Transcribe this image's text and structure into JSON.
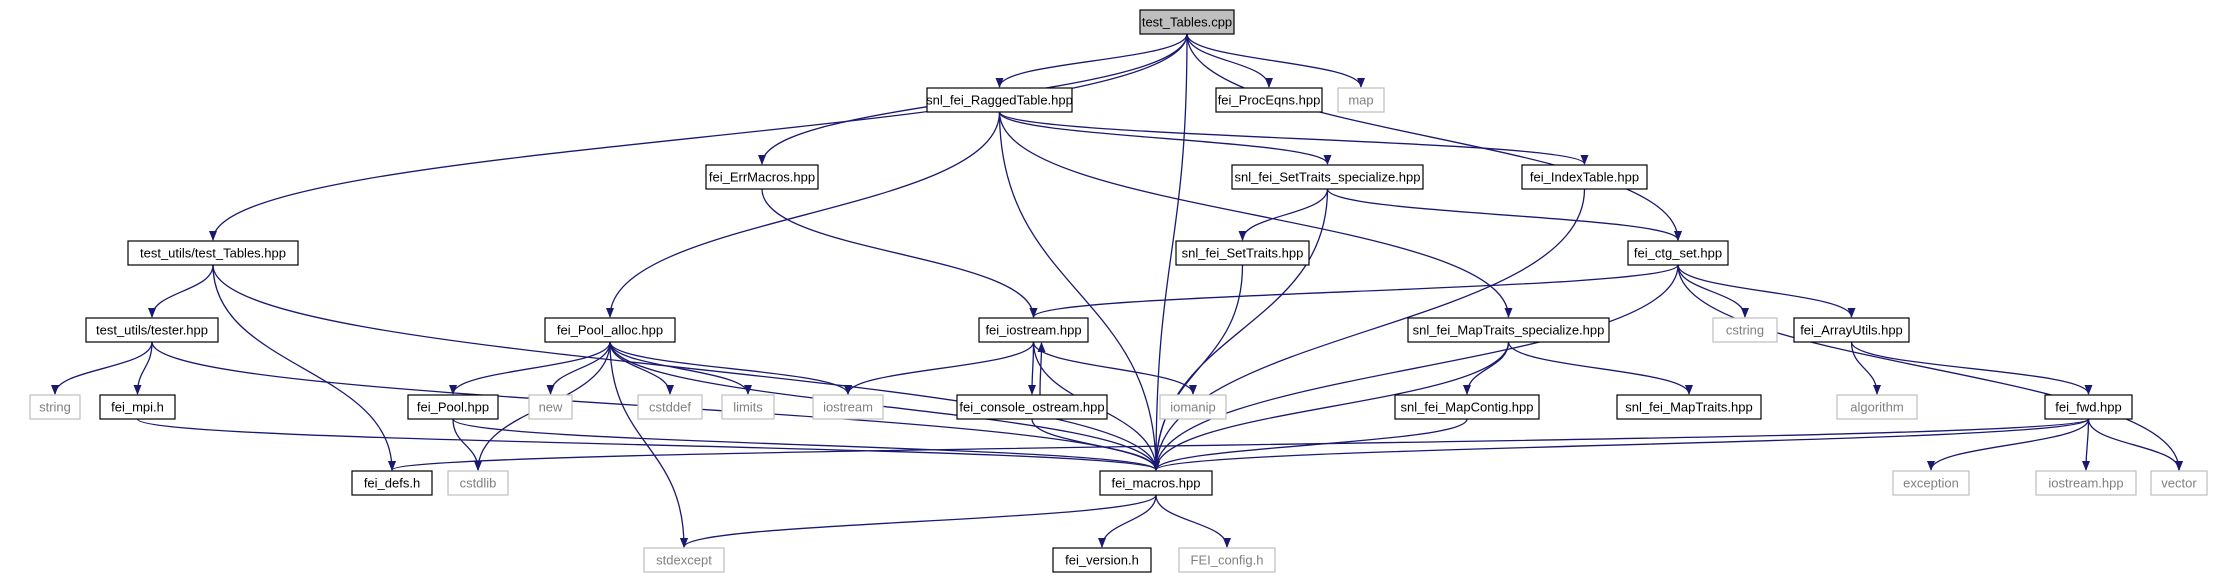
{
  "colors": {
    "edge": "#191970",
    "root_fill": "#bfbfbf",
    "node_border": "#000000",
    "external_border": "#bfbfbf",
    "external_text": "#808080",
    "text": "#000000"
  },
  "nodes": [
    {
      "id": "test_tables_cpp",
      "label": "test_Tables.cpp",
      "kind": "root"
    },
    {
      "id": "snl_fei_raggedtable_hpp",
      "label": "snl_fei_RaggedTable.hpp",
      "kind": "file"
    },
    {
      "id": "fei_proceqns_hpp",
      "label": "fei_ProcEqns.hpp",
      "kind": "file"
    },
    {
      "id": "map",
      "label": "map",
      "kind": "external"
    },
    {
      "id": "fei_errmacros_hpp",
      "label": "fei_ErrMacros.hpp",
      "kind": "file"
    },
    {
      "id": "snl_fei_settraits_specialize_hpp",
      "label": "snl_fei_SetTraits_specialize.hpp",
      "kind": "file"
    },
    {
      "id": "fei_indextable_hpp",
      "label": "fei_IndexTable.hpp",
      "kind": "file"
    },
    {
      "id": "test_utils_test_tables_hpp",
      "label": "test_utils/test_Tables.hpp",
      "kind": "file"
    },
    {
      "id": "snl_fei_settraits_hpp",
      "label": "snl_fei_SetTraits.hpp",
      "kind": "file"
    },
    {
      "id": "fei_ctg_set_hpp",
      "label": "fei_ctg_set.hpp",
      "kind": "file"
    },
    {
      "id": "test_utils_tester_hpp",
      "label": "test_utils/tester.hpp",
      "kind": "file"
    },
    {
      "id": "fei_pool_alloc_hpp",
      "label": "fei_Pool_alloc.hpp",
      "kind": "file"
    },
    {
      "id": "fei_iostream_hpp",
      "label": "fei_iostream.hpp",
      "kind": "file"
    },
    {
      "id": "snl_fei_maptraits_specialize_hpp",
      "label": "snl_fei_MapTraits_specialize.hpp",
      "kind": "file"
    },
    {
      "id": "cstring",
      "label": "cstring",
      "kind": "external"
    },
    {
      "id": "fei_arrayutils_hpp",
      "label": "fei_ArrayUtils.hpp",
      "kind": "file"
    },
    {
      "id": "string",
      "label": "string",
      "kind": "external"
    },
    {
      "id": "fei_mpi_h",
      "label": "fei_mpi.h",
      "kind": "file"
    },
    {
      "id": "fei_pool_hpp",
      "label": "fei_Pool.hpp",
      "kind": "file"
    },
    {
      "id": "new",
      "label": "new",
      "kind": "external"
    },
    {
      "id": "cstddef",
      "label": "cstddef",
      "kind": "external"
    },
    {
      "id": "limits",
      "label": "limits",
      "kind": "external"
    },
    {
      "id": "iostream",
      "label": "iostream",
      "kind": "external"
    },
    {
      "id": "fei_console_ostream_hpp",
      "label": "fei_console_ostream.hpp",
      "kind": "file"
    },
    {
      "id": "iomanip",
      "label": "iomanip",
      "kind": "external"
    },
    {
      "id": "snl_fei_mapcontig_hpp",
      "label": "snl_fei_MapContig.hpp",
      "kind": "file"
    },
    {
      "id": "snl_fei_maptraits_hpp",
      "label": "snl_fei_MapTraits.hpp",
      "kind": "file"
    },
    {
      "id": "algorithm",
      "label": "algorithm",
      "kind": "external"
    },
    {
      "id": "fei_fwd_hpp",
      "label": "fei_fwd.hpp",
      "kind": "file"
    },
    {
      "id": "fei_defs_h",
      "label": "fei_defs.h",
      "kind": "file"
    },
    {
      "id": "cstdlib",
      "label": "cstdlib",
      "kind": "external"
    },
    {
      "id": "fei_macros_hpp",
      "label": "fei_macros.hpp",
      "kind": "file"
    },
    {
      "id": "exception",
      "label": "exception",
      "kind": "external"
    },
    {
      "id": "iostream_hpp",
      "label": "iostream.hpp",
      "kind": "external"
    },
    {
      "id": "vector",
      "label": "vector",
      "kind": "external"
    },
    {
      "id": "stdexcept",
      "label": "stdexcept",
      "kind": "external"
    },
    {
      "id": "fei_version_h",
      "label": "fei_version.h",
      "kind": "file"
    },
    {
      "id": "fei_config_h",
      "label": "FEI_config.h",
      "kind": "external"
    }
  ],
  "edges": [
    [
      "test_tables_cpp",
      "snl_fei_raggedtable_hpp"
    ],
    [
      "test_tables_cpp",
      "fei_proceqns_hpp"
    ],
    [
      "test_tables_cpp",
      "map"
    ],
    [
      "test_tables_cpp",
      "fei_errmacros_hpp"
    ],
    [
      "test_tables_cpp",
      "test_utils_test_tables_hpp"
    ],
    [
      "test_tables_cpp",
      "fei_ctg_set_hpp"
    ],
    [
      "test_tables_cpp",
      "fei_macros_hpp"
    ],
    [
      "snl_fei_raggedtable_hpp",
      "snl_fei_settraits_specialize_hpp"
    ],
    [
      "snl_fei_raggedtable_hpp",
      "fei_indextable_hpp"
    ],
    [
      "snl_fei_raggedtable_hpp",
      "fei_pool_alloc_hpp"
    ],
    [
      "snl_fei_raggedtable_hpp",
      "snl_fei_maptraits_specialize_hpp"
    ],
    [
      "snl_fei_raggedtable_hpp",
      "fei_macros_hpp"
    ],
    [
      "fei_errmacros_hpp",
      "fei_iostream_hpp"
    ],
    [
      "snl_fei_settraits_specialize_hpp",
      "snl_fei_settraits_hpp"
    ],
    [
      "snl_fei_settraits_specialize_hpp",
      "fei_ctg_set_hpp"
    ],
    [
      "snl_fei_settraits_specialize_hpp",
      "fei_macros_hpp"
    ],
    [
      "fei_indextable_hpp",
      "fei_macros_hpp"
    ],
    [
      "test_utils_test_tables_hpp",
      "test_utils_tester_hpp"
    ],
    [
      "test_utils_test_tables_hpp",
      "fei_defs_h"
    ],
    [
      "test_utils_test_tables_hpp",
      "fei_macros_hpp"
    ],
    [
      "snl_fei_settraits_hpp",
      "fei_macros_hpp"
    ],
    [
      "fei_ctg_set_hpp",
      "fei_iostream_hpp"
    ],
    [
      "fei_ctg_set_hpp",
      "cstring"
    ],
    [
      "fei_ctg_set_hpp",
      "fei_arrayutils_hpp"
    ],
    [
      "fei_ctg_set_hpp",
      "vector"
    ],
    [
      "fei_ctg_set_hpp",
      "fei_macros_hpp"
    ],
    [
      "test_utils_tester_hpp",
      "string"
    ],
    [
      "test_utils_tester_hpp",
      "fei_mpi_h"
    ],
    [
      "test_utils_tester_hpp",
      "fei_macros_hpp"
    ],
    [
      "fei_pool_alloc_hpp",
      "fei_pool_hpp"
    ],
    [
      "fei_pool_alloc_hpp",
      "new"
    ],
    [
      "fei_pool_alloc_hpp",
      "cstddef"
    ],
    [
      "fei_pool_alloc_hpp",
      "limits"
    ],
    [
      "fei_pool_alloc_hpp",
      "iostream"
    ],
    [
      "fei_pool_alloc_hpp",
      "cstdlib"
    ],
    [
      "fei_pool_alloc_hpp",
      "stdexcept"
    ],
    [
      "fei_pool_alloc_hpp",
      "fei_macros_hpp"
    ],
    [
      "fei_iostream_hpp",
      "iostream"
    ],
    [
      "fei_iostream_hpp",
      "fei_console_ostream_hpp"
    ],
    [
      "fei_iostream_hpp",
      "iomanip"
    ],
    [
      "fei_iostream_hpp",
      "fei_macros_hpp"
    ],
    [
      "fei_console_ostream_hpp",
      "fei_iostream_hpp"
    ],
    [
      "fei_console_ostream_hpp",
      "fei_macros_hpp"
    ],
    [
      "snl_fei_maptraits_specialize_hpp",
      "snl_fei_mapcontig_hpp"
    ],
    [
      "snl_fei_maptraits_specialize_hpp",
      "snl_fei_maptraits_hpp"
    ],
    [
      "snl_fei_maptraits_specialize_hpp",
      "fei_macros_hpp"
    ],
    [
      "fei_arrayutils_hpp",
      "algorithm"
    ],
    [
      "fei_arrayutils_hpp",
      "fei_fwd_hpp"
    ],
    [
      "fei_mpi_h",
      "fei_macros_hpp"
    ],
    [
      "fei_pool_hpp",
      "cstdlib"
    ],
    [
      "fei_pool_hpp",
      "fei_macros_hpp"
    ],
    [
      "snl_fei_mapcontig_hpp",
      "fei_macros_hpp"
    ],
    [
      "fei_fwd_hpp",
      "fei_defs_h"
    ],
    [
      "fei_fwd_hpp",
      "exception"
    ],
    [
      "fei_fwd_hpp",
      "iostream_hpp"
    ],
    [
      "fei_fwd_hpp",
      "vector"
    ],
    [
      "fei_fwd_hpp",
      "fei_macros_hpp"
    ],
    [
      "fei_macros_hpp",
      "stdexcept"
    ],
    [
      "fei_macros_hpp",
      "fei_version_h"
    ],
    [
      "fei_macros_hpp",
      "fei_config_h"
    ]
  ]
}
